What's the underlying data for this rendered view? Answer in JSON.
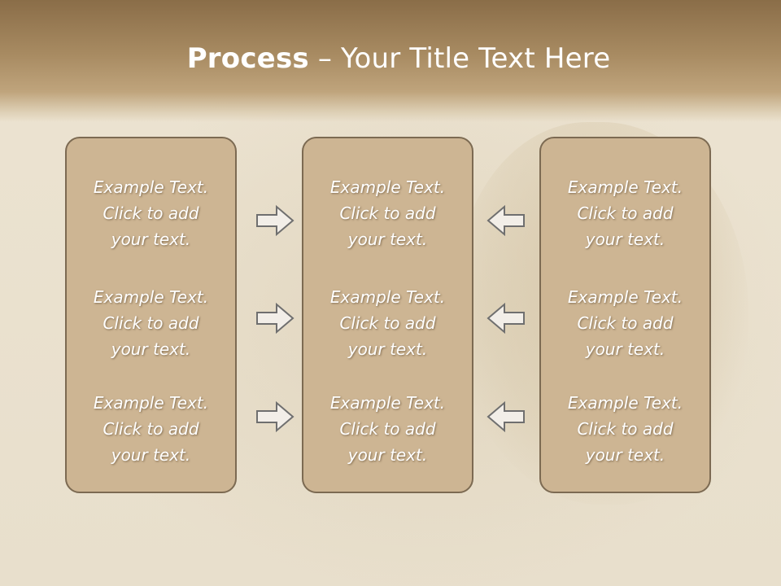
{
  "title": {
    "bold": "Process",
    "rest": " – Your Title Text Here"
  },
  "columns": [
    {
      "items": [
        {
          "line1": "Example Text.",
          "line2": "Click  to add",
          "line3": "your text."
        },
        {
          "line1": "Example Text.",
          "line2": "Click  to add",
          "line3": "your text."
        },
        {
          "line1": "Example Text.",
          "line2": "Click  to add",
          "line3": "your text."
        }
      ]
    },
    {
      "items": [
        {
          "line1": "Example Text.",
          "line2": "Click  to add",
          "line3": "your text."
        },
        {
          "line1": "Example Text.",
          "line2": "Click  to add",
          "line3": "your text."
        },
        {
          "line1": "Example Text.",
          "line2": "Click  to add",
          "line3": "your text."
        }
      ]
    },
    {
      "items": [
        {
          "line1": "Example Text.",
          "line2": "Click  to add",
          "line3": "your text."
        },
        {
          "line1": "Example Text.",
          "line2": "Click  to add",
          "line3": "your text."
        },
        {
          "line1": "Example Text.",
          "line2": "Click  to add",
          "line3": "your text."
        }
      ]
    }
  ],
  "arrows": {
    "left_group": {
      "direction": "right",
      "icon": "arrow-right-icon"
    },
    "right_group": {
      "direction": "left",
      "icon": "arrow-left-icon"
    }
  },
  "colors": {
    "box_fill": "#cdb593",
    "box_border": "#7c6a52",
    "header": "#a88b62",
    "text": "#ffffff"
  }
}
